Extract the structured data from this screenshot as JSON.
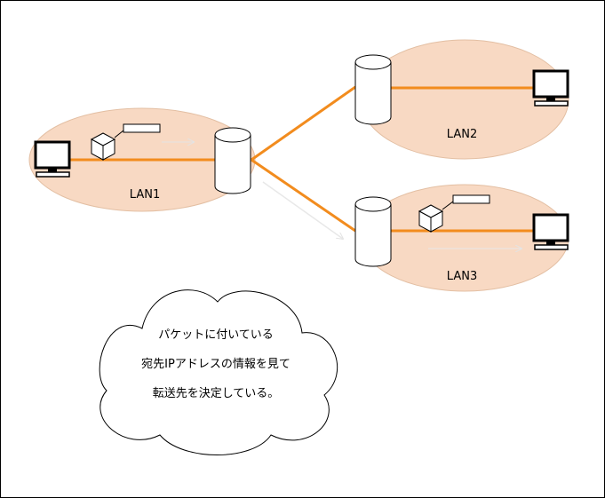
{
  "colors": {
    "lan_fill": "#f8d9c3",
    "link": "#f28c1e",
    "stroke": "#000000",
    "arrow": "#e8e8e8"
  },
  "icons": [
    "computer-icon",
    "router-icon",
    "packet-icon"
  ],
  "lans": [
    {
      "label": "LAN1"
    },
    {
      "label": "LAN2"
    },
    {
      "label": "LAN3"
    }
  ],
  "cloud": {
    "lines": [
      "パケットに付いている",
      "宛先IPアドレスの情報を見て",
      "転送先を決定している。"
    ]
  }
}
